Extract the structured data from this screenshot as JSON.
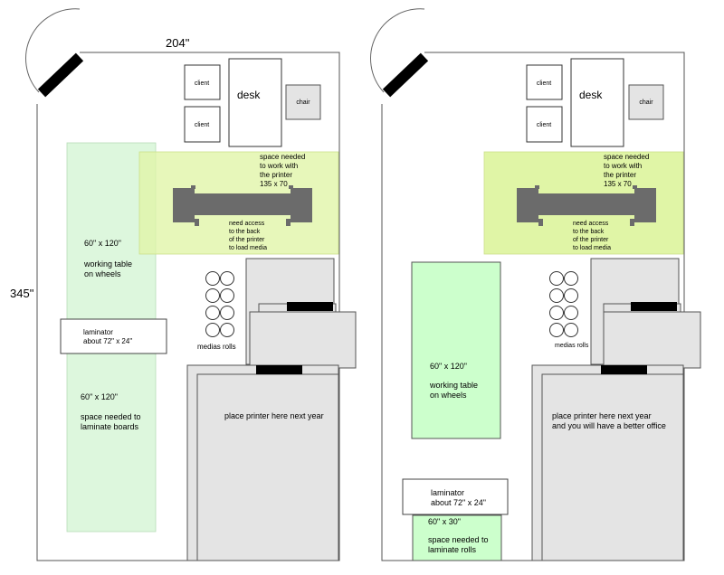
{
  "dimensions": {
    "width_label": "204\"",
    "depth_label": "345\""
  },
  "colors": {
    "room_outline": "#555555",
    "table_fill": "#ddf7dd",
    "table_fill_alt": "#ccffcc",
    "printer_zone": "#e0f5a6",
    "printer_body": "#6b6b6b",
    "block_fill": "#e4e4e4",
    "door_bar": "#000000"
  },
  "plan_current": {
    "client_top": "client",
    "client_bottom": "client",
    "desk": "desk",
    "chair": "chair",
    "printer_space": [
      "space needed",
      "to work with",
      "the printer",
      "135 x 70"
    ],
    "printer_access": [
      "need access",
      "to the back",
      "of the printer",
      "to load media"
    ],
    "table_top": [
      "60\" x 120\"",
      "working table",
      "on wheels"
    ],
    "laminator": [
      "laminator",
      "about 72\" x 24\""
    ],
    "table_bottom": [
      "60\" x 120\"",
      "space needed to",
      "laminate boards"
    ],
    "media_rolls": "medias rolls",
    "future_printer": "place printer here next year"
  },
  "plan_proposed": {
    "client_top": "client",
    "client_bottom": "client",
    "desk": "desk",
    "chair": "chair",
    "printer_space": [
      "space needed",
      "to work with",
      "the printer",
      "135 x 70"
    ],
    "printer_access": [
      "need access",
      "to the back",
      "of the printer",
      "to load media"
    ],
    "media_rolls": "medias rolls",
    "table": [
      "60\" x 120\"",
      "working table",
      "on wheels"
    ],
    "future_printer": [
      "place printer here next year",
      "and you will have a better office"
    ],
    "laminator": [
      "laminator",
      "about 72\" x 24\""
    ],
    "laminate_rolls": [
      "60\" x 30\"",
      "space needed to",
      "laminate rolls"
    ]
  }
}
